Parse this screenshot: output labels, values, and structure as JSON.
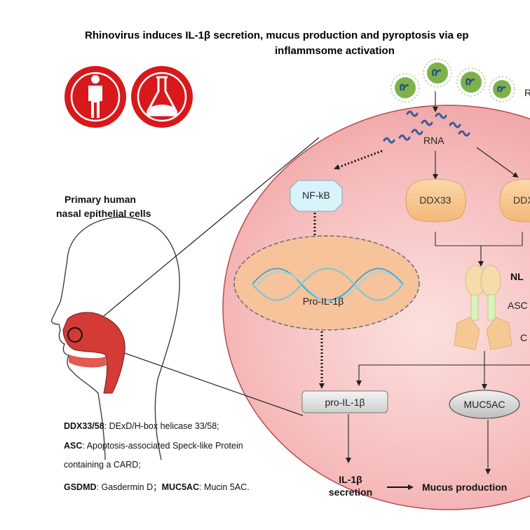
{
  "title": {
    "line1": "Rhinovirus induces IL-1β secretion, mucus production and pyroptosis via ep",
    "line2": "inflammsome activation"
  },
  "icons": {
    "human": "human-body-icon",
    "flask": "laboratory-flask-icon"
  },
  "cell_label": {
    "line1": "Primary human",
    "line2": "nasal epithelial cells"
  },
  "virus_label": "R",
  "pathway": {
    "rna": "RNA",
    "nfkb": "NF-kB",
    "ddx33": "DDX33",
    "ddx58_partial": "DDX",
    "nucleus_label": "Pro-IL-1β",
    "nlrp_partial": "NL",
    "asc_partial": "ASC",
    "casp_partial": "C",
    "pro_il1b": "pro-IL-1β",
    "muc5ac": "MUC5AC",
    "il1b_secretion_line1": "IL-1β",
    "il1b_secretion_line2": "secretion",
    "mucus_production": "Mucus production"
  },
  "legend": {
    "ddx_term": "DDX33/58",
    "ddx_def": ": DExD/H-box helicase 33/58;",
    "asc_term": "ASC",
    "asc_def_line1": ": Apoptosis-associated Speck-like Protein",
    "asc_def_line2": "containing a CARD;",
    "gsdmd_term": "GSDMD",
    "gsdmd_def": ": Gasdermin D；",
    "muc_term": "MUC5AC",
    "muc_def": ": Mucin 5AC."
  },
  "colors": {
    "cell_fill": "#f6b8b8",
    "red_icon": "#d7191c",
    "ddx_fill": "#f8cc96",
    "nucleus_fill": "#f6c39b",
    "nfkb_fill": "#d9f3fb",
    "virus_green": "#7db24a",
    "rna_blue": "#3b5b9a"
  }
}
